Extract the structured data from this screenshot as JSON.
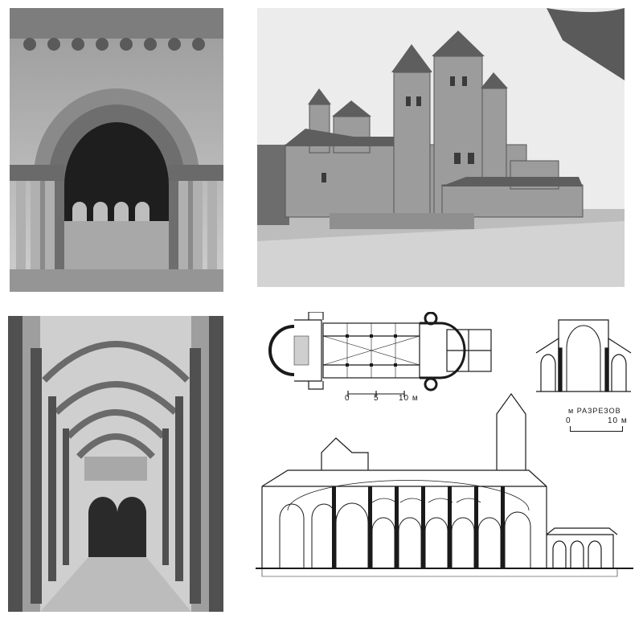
{
  "plan_scale": {
    "zero": "0",
    "mid": "5",
    "end": "10 м"
  },
  "section_caption": {
    "label": "м  РАЗРЕЗОВ",
    "zero": "0",
    "end": "10 м"
  },
  "colors": {
    "ink": "#1a1a1a",
    "paper": "#ffffff",
    "photo_dark": "#2a2a2a",
    "photo_light": "#d8d8d8"
  }
}
